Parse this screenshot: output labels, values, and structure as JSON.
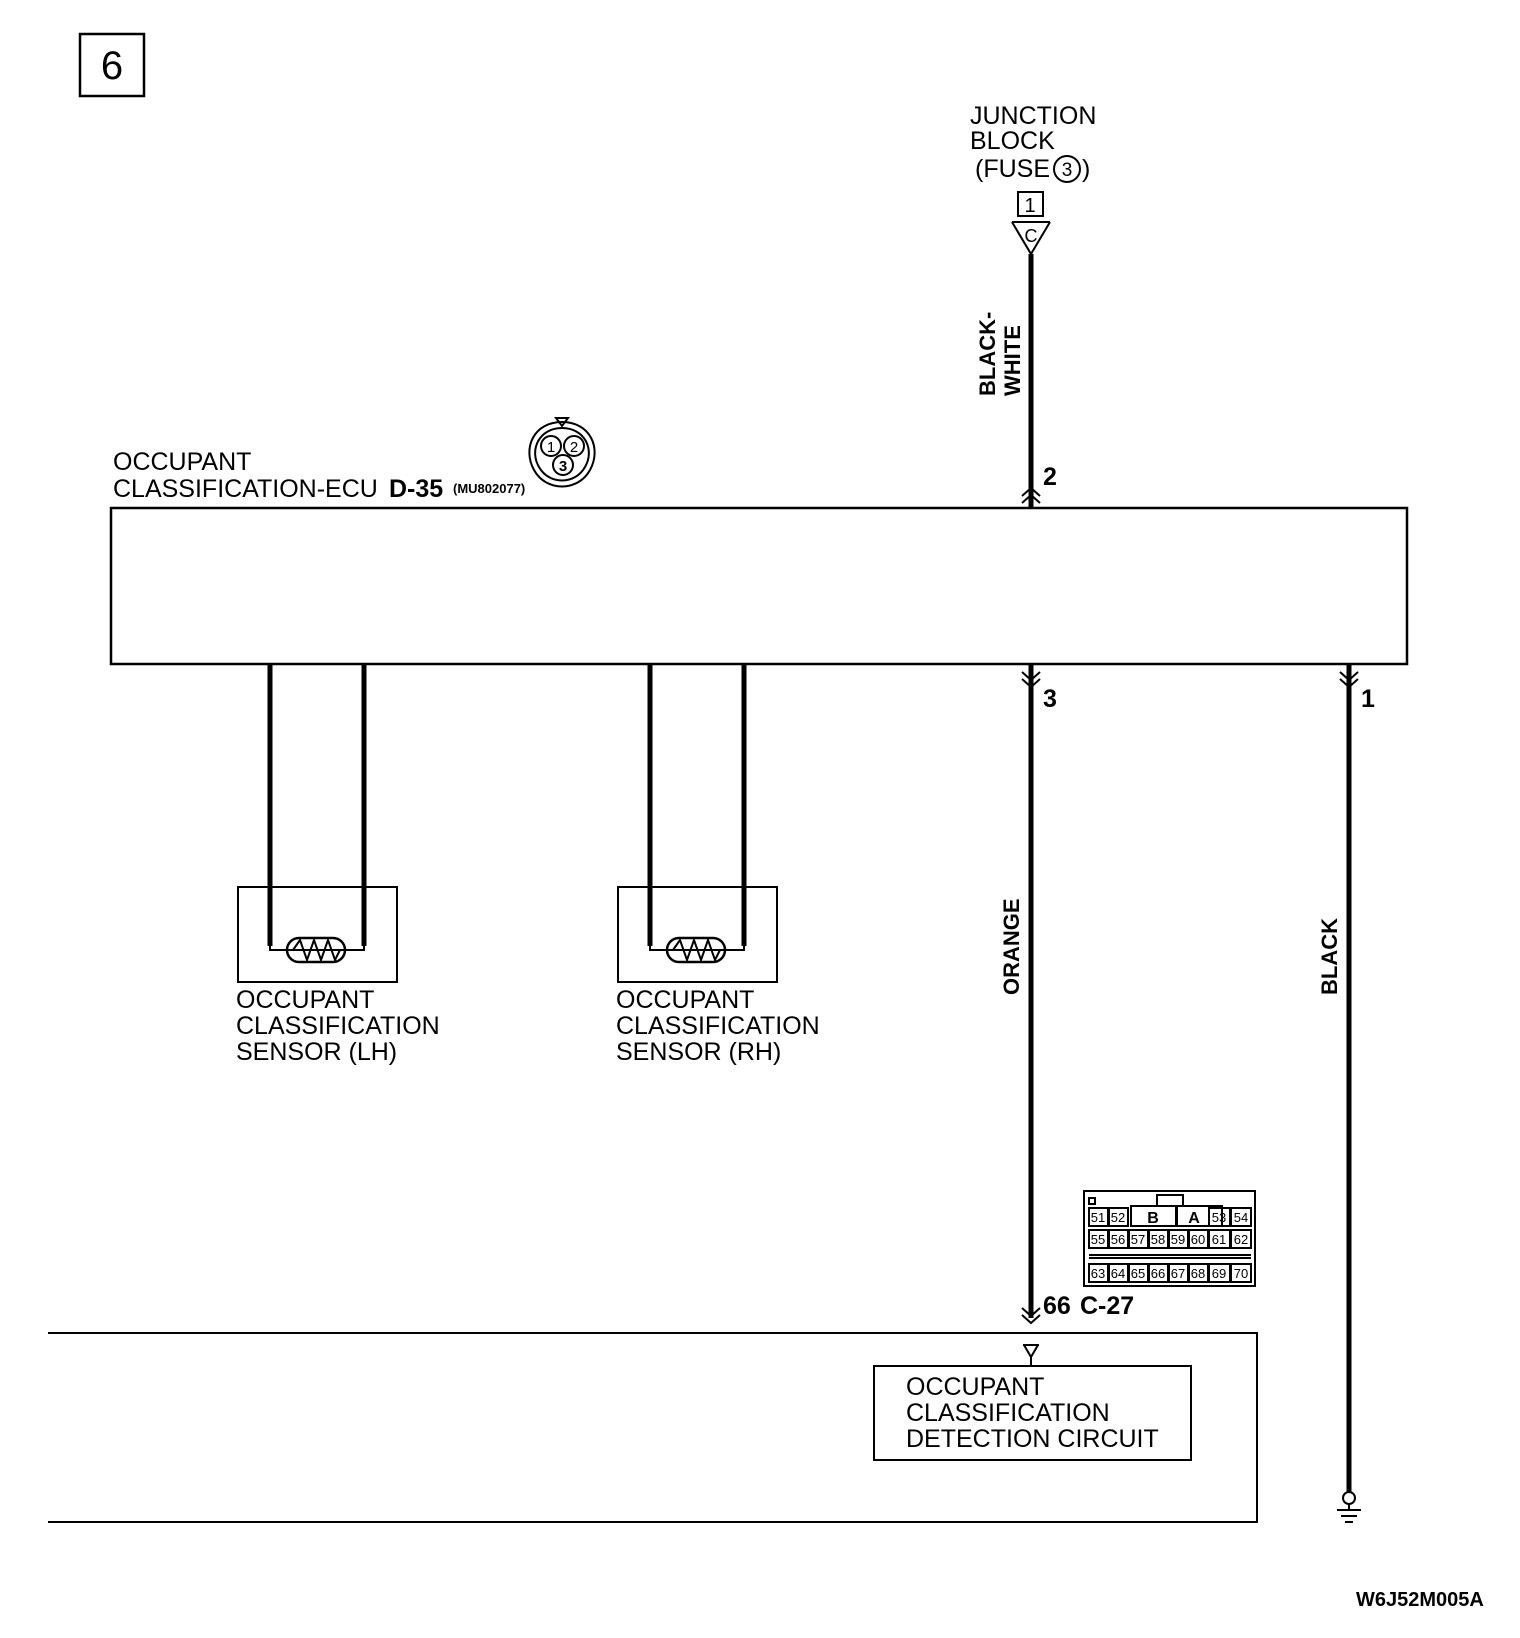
{
  "page_number": "6",
  "junction_block": {
    "line1": "JUNCTION",
    "line2": "BLOCK",
    "fuse_prefix": "(FUSE",
    "fuse_number": "3",
    "fuse_suffix": ")",
    "connector_box": "1",
    "connector_letter": "C"
  },
  "ecu": {
    "line1": "OCCUPANT",
    "line2": "CLASSIFICATION-ECU",
    "connector_id": "D-35",
    "part_number": "(MU802077)",
    "connector_pins": [
      "1",
      "2",
      "3"
    ]
  },
  "wires": {
    "black_white_line1": "BLACK-",
    "black_white_line2": "WHITE",
    "orange": "ORANGE",
    "black": "BLACK"
  },
  "pins": {
    "top": "2",
    "orange": "3",
    "black": "1",
    "c27_pin": "66",
    "c27_id": "C-27"
  },
  "sensor_lh": {
    "line1": "OCCUPANT",
    "line2": "CLASSIFICATION",
    "line3": "SENSOR (LH)"
  },
  "sensor_rh": {
    "line1": "OCCUPANT",
    "line2": "CLASSIFICATION",
    "line3": "SENSOR (RH)"
  },
  "c27_connector": {
    "row1": [
      "51",
      "52",
      "B",
      "A",
      "53",
      "54"
    ],
    "row2": [
      "55",
      "56",
      "57",
      "58",
      "59",
      "60",
      "61",
      "62"
    ],
    "row3": [
      "63",
      "64",
      "65",
      "66",
      "67",
      "68",
      "69",
      "70"
    ]
  },
  "detection_circuit": {
    "line1": "OCCUPANT",
    "line2": "CLASSIFICATION",
    "line3": "DETECTION CIRCUIT"
  },
  "figure_code": "W6J52M005A"
}
